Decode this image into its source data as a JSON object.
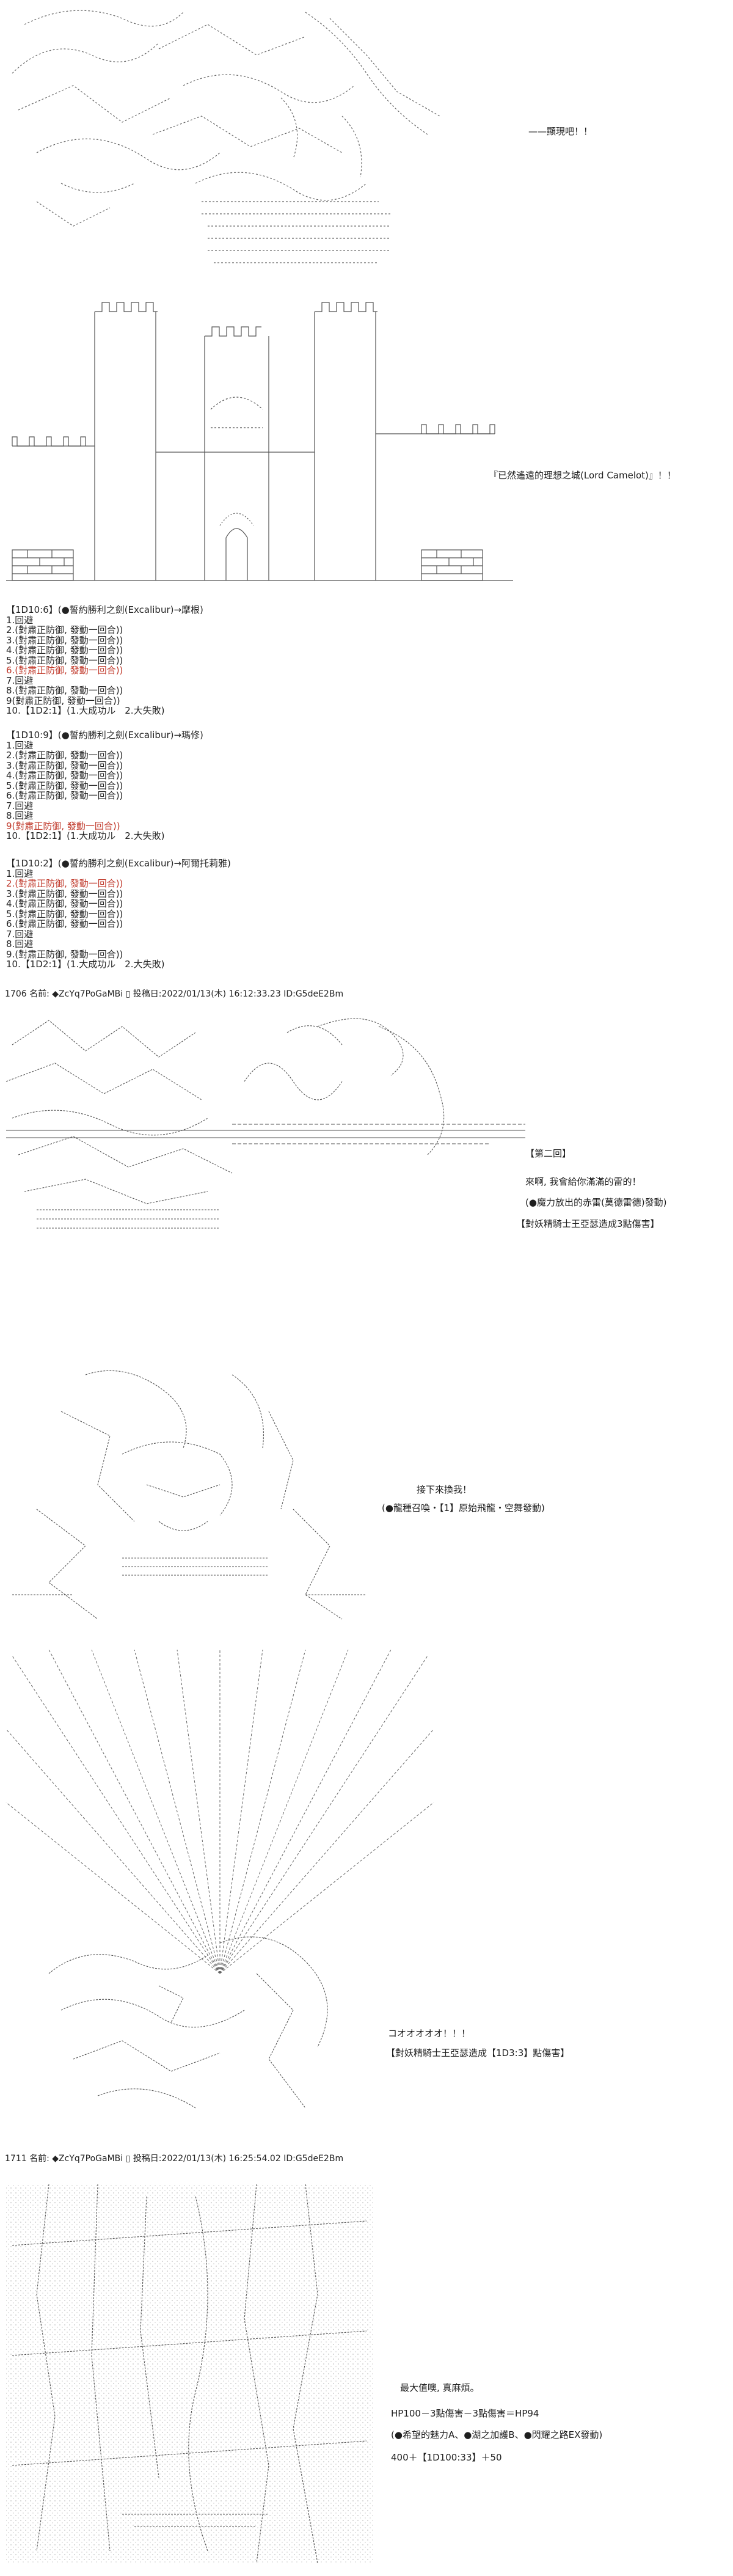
{
  "scene1": {
    "shout": "——顯現吧！！",
    "castle_caption": "『已然遙遠的理想之城(Lord Camelot)』！！"
  },
  "rolls": [
    {
      "title": "【1D10:6】(●誓約勝利之劍(Excalibur)→摩根)",
      "options": [
        {
          "text": "1.回避",
          "highlight": false
        },
        {
          "text": "2.(對肅正防御, 發動一回合))",
          "highlight": false
        },
        {
          "text": "3.(對肅正防御, 發動一回合))",
          "highlight": false
        },
        {
          "text": "4.(對肅正防御, 發動一回合))",
          "highlight": false
        },
        {
          "text": "5.(對肅正防御, 發動一回合))",
          "highlight": false
        },
        {
          "text": "6.(對肅正防御, 發動一回合))",
          "highlight": true
        },
        {
          "text": "7.回避",
          "highlight": false
        },
        {
          "text": "8.(對肅正防御, 發動一回合))",
          "highlight": false
        },
        {
          "text": "9(對肅正防御, 發動一回合))",
          "highlight": false
        },
        {
          "text": "10.【1D2:1】(1.大成功ル　2.大失敗)",
          "highlight": false
        }
      ]
    },
    {
      "title": "【1D10:9】(●誓約勝利之劍(Excalibur)→瑪修)",
      "options": [
        {
          "text": "1.回避",
          "highlight": false
        },
        {
          "text": "2.(對肅正防御, 發動一回合))",
          "highlight": false
        },
        {
          "text": "3.(對肅正防御, 發動一回合))",
          "highlight": false
        },
        {
          "text": "4.(對肅正防御, 發動一回合))",
          "highlight": false
        },
        {
          "text": "5.(對肅正防御, 發動一回合))",
          "highlight": false
        },
        {
          "text": "6.(對肅正防御, 發動一回合))",
          "highlight": false
        },
        {
          "text": "7.回避",
          "highlight": false
        },
        {
          "text": "8.回避",
          "highlight": false
        },
        {
          "text": "9(對肅正防御, 發動一回合))",
          "highlight": true
        },
        {
          "text": "10.【1D2:1】(1.大成功ル　2.大失敗)",
          "highlight": false
        }
      ]
    },
    {
      "title": "【1D10:2】(●誓約勝利之劍(Excalibur)→阿爾托莉雅)",
      "options": [
        {
          "text": "1.回避",
          "highlight": false
        },
        {
          "text": "2.(對肅正防御, 發動一回合))",
          "highlight": true
        },
        {
          "text": "3.(對肅正防御, 發動一回合))",
          "highlight": false
        },
        {
          "text": "4.(對肅正防御, 發動一回合))",
          "highlight": false
        },
        {
          "text": "5.(對肅正防御, 發動一回合))",
          "highlight": false
        },
        {
          "text": "6.(對肅正防御, 發動一回合))",
          "highlight": false
        },
        {
          "text": "7.回避",
          "highlight": false
        },
        {
          "text": "8.回避",
          "highlight": false
        },
        {
          "text": "9.(對肅正防御, 發動一回合))",
          "highlight": false
        },
        {
          "text": "10.【1D2:1】(1.大成功ル　2.大失敗)",
          "highlight": false
        }
      ]
    }
  ],
  "posts": [
    {
      "number": "1706",
      "name_label": "名前:",
      "trip": "◆ZcYq7PoGaMBi",
      "date_label": "投稿日:",
      "date": "2022/01/13(木) 16:12:33.23",
      "id": "ID:G5deE2Bm"
    },
    {
      "number": "1711",
      "name_label": "名前:",
      "trip": "◆ZcYq7PoGaMBi",
      "date_label": "投稿日:",
      "date": "2022/01/13(木) 16:25:54.02",
      "id": "ID:G5deE2Bm"
    }
  ],
  "scene2": {
    "round": "【第二回】",
    "line1": "來啊, 我會給你滿滿的雷的！",
    "line2": "(●魔力放出的赤雷(莫德雷德)發動)",
    "line3": "【對妖精騎士王亞瑟造成3點傷害】"
  },
  "scene3": {
    "line1": "接下來換我！",
    "line2": "(●龍種召喚・【1】原始飛龍・空舞發動)"
  },
  "scene4": {
    "line1": "コオオオオオ！！！",
    "line2": "【對妖精騎士王亞瑟造成【1D3:3】點傷害】"
  },
  "scene5": {
    "line1": "最大值噢, 真麻煩。",
    "line2": "HP100－3點傷害－3點傷害＝HP94",
    "line3": "(●希望的魅力A、●湖之加護B、●閃耀之路EX發動)",
    "line4": "400＋【1D100:33】＋50"
  },
  "colors": {
    "text": "#1e1e1e",
    "highlight": "#c0392b",
    "ascii_art": "#555555",
    "background": "#ffffff"
  }
}
